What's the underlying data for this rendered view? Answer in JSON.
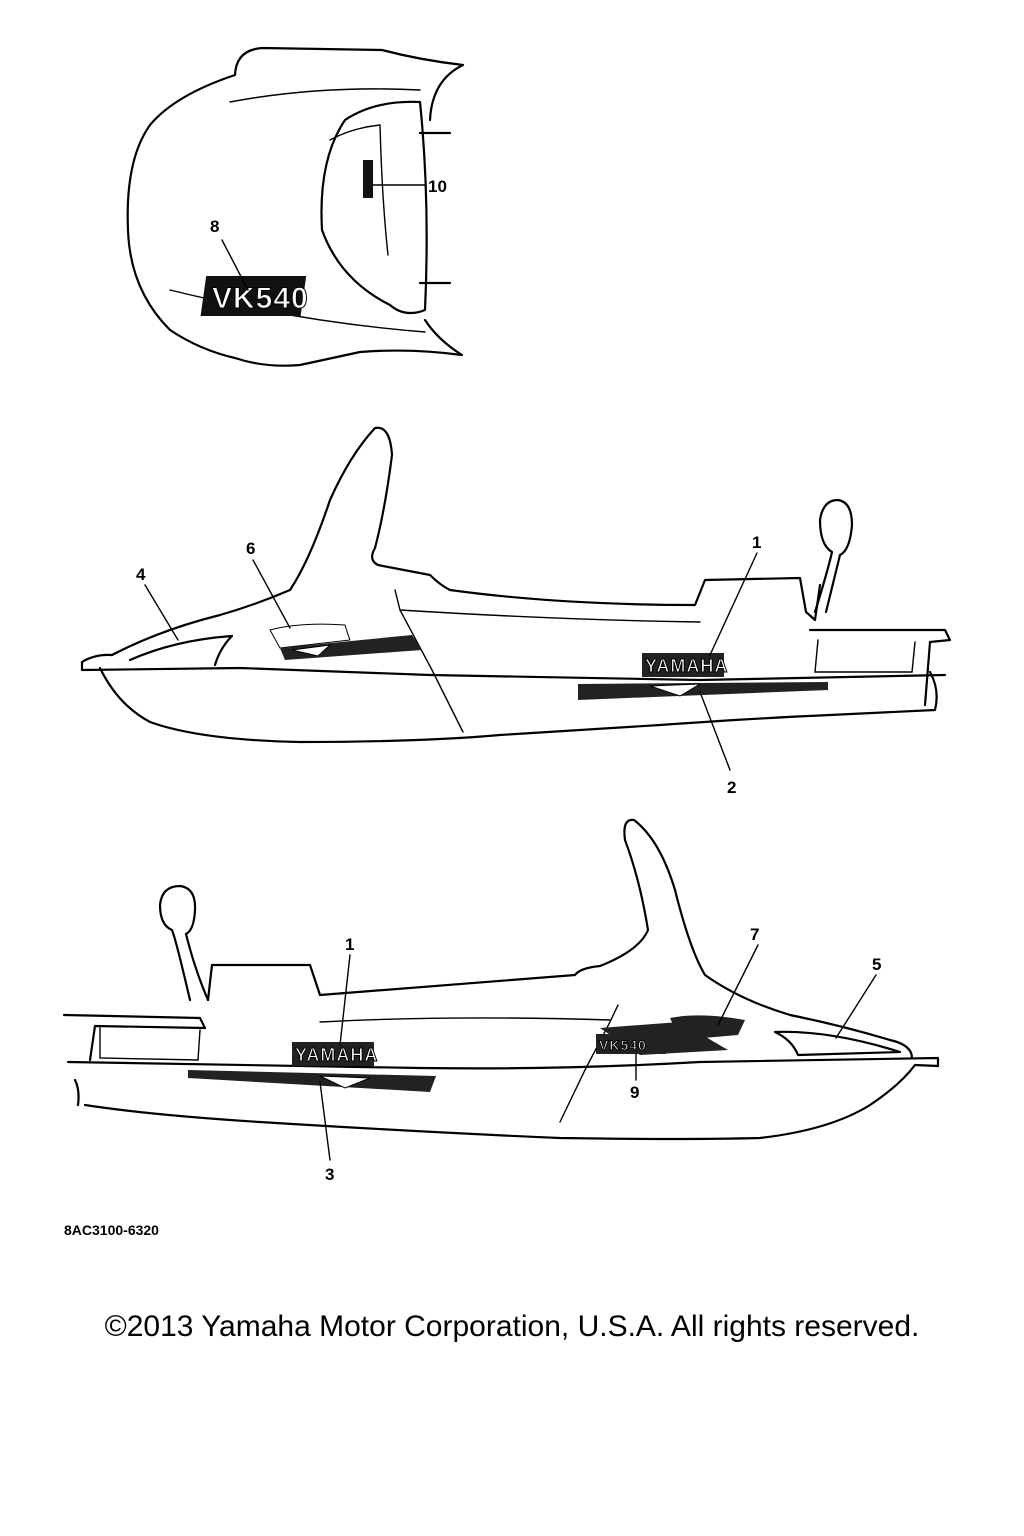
{
  "callouts": {
    "c1": "1",
    "c2": "2",
    "c3": "3",
    "c4": "4",
    "c5": "5",
    "c6": "6",
    "c7": "7",
    "c8": "8",
    "c9": "9",
    "c10": "10"
  },
  "decals": {
    "model_front": "VK540",
    "brand": "YAMAHA",
    "model_side": "VK540"
  },
  "reference_code": "8AC3100-6320",
  "copyright": "©2013 Yamaha Motor Corporation, U.S.A. All rights reserved."
}
